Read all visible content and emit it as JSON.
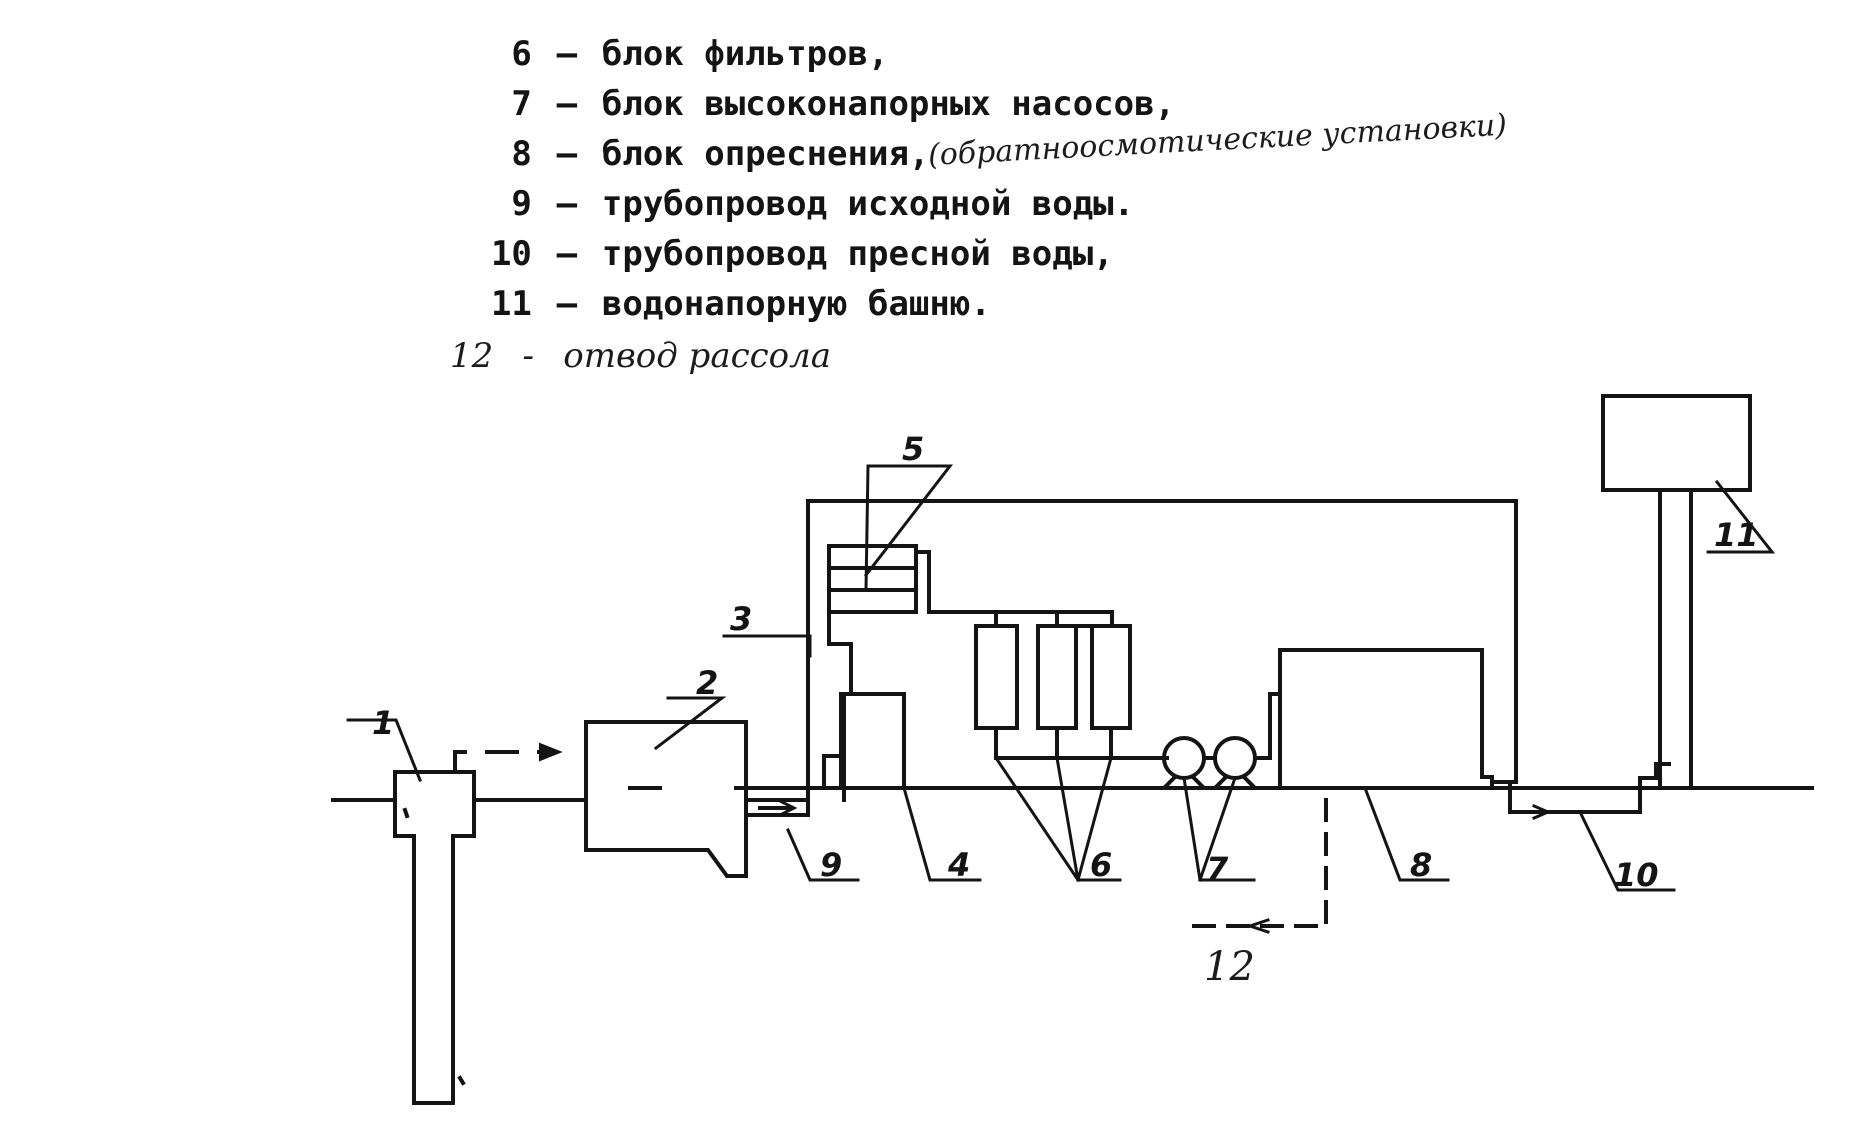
{
  "legend": {
    "items": [
      {
        "num": "6",
        "dash": "–",
        "text": "блок фильтров,"
      },
      {
        "num": "7",
        "dash": "–",
        "text": "блок высоконапорных насосов,"
      },
      {
        "num": "8",
        "dash": "–",
        "text": "блок опреснения,",
        "handwritten": "(обратноосмотические установки)"
      },
      {
        "num": "9",
        "dash": "–",
        "text": "трубопровод исходной воды."
      },
      {
        "num": "10",
        "dash": "–",
        "text": "трубопровод пресной воды,"
      },
      {
        "num": "11",
        "dash": "–",
        "text": "водонапорную башню."
      }
    ],
    "handwritten_item": {
      "num": "12",
      "dash": "-",
      "text": "отвод рассола"
    }
  },
  "diagram": {
    "callouts": {
      "c1": "1",
      "c2": "2",
      "c3": "3",
      "c4": "4",
      "c5": "5",
      "c6": "6",
      "c7": "7",
      "c8": "8",
      "c9": "9",
      "c10": "10",
      "c11": "11",
      "c12": "12"
    }
  }
}
